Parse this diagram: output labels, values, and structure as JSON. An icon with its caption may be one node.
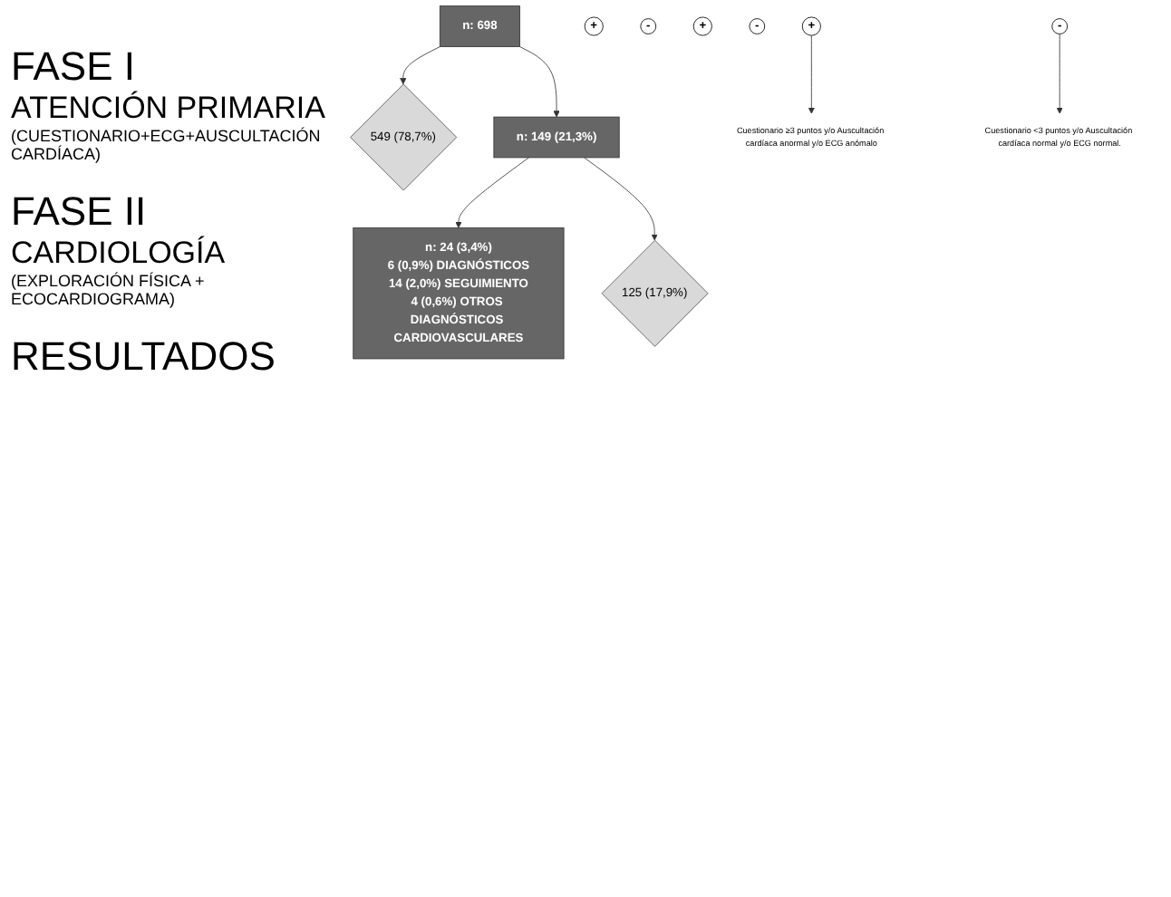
{
  "diagram": {
    "nodes": [
      {
        "text": [
          "n: 698"
        ]
      },
      {
        "text": [
          "+"
        ]
      },
      {
        "text": [
          "-"
        ]
      },
      {
        "text": [
          "549 (78,7%)"
        ]
      },
      {
        "text": [
          "n: 149 (21,3%)"
        ]
      },
      {
        "text": [
          "+"
        ]
      },
      {
        "text": [
          "-"
        ]
      },
      {
        "text": [
          "125 (17,9%)"
        ]
      },
      {
        "text": [
          "n: 24 (3,4%)",
          "6 (0,9%) DIAGNÓSTICOS",
          "14 (2,0%) SEGUIMIENTO",
          "4 (0,6%) OTROS DIAGNÓSTICOS CARDIOVASCULARES"
        ]
      },
      {
        "text": [
          "+"
        ]
      },
      {
        "text": [
          "Cuestionario ≥3 puntos y/o Auscultación cardíaca anormal y/o ECG anómalo"
        ]
      },
      {
        "text": [
          "-"
        ]
      },
      {
        "text": [
          "Cuestionario <3 puntos y/o Auscultación cardíaca normal y/o ECG normal."
        ]
      }
    ],
    "edges": [
      {
        "from": 0,
        "to": 4,
        "arrow": "to"
      },
      {
        "from": 0,
        "to": 3,
        "arrow": "to"
      },
      {
        "from": 4,
        "to": 8,
        "arrow": "to"
      },
      {
        "from": 4,
        "to": 7,
        "arrow": "to"
      },
      {
        "from": 9,
        "to": 10,
        "arrow": "to"
      },
      {
        "from": 11,
        "to": 12,
        "arrow": "to"
      }
    ],
    "labels": [
      "FASE I",
      "ATENCIÓN PRIMARIA",
      "(CUESTIONARIO+ECG+AUSCULTACIÓN CARDÍACA)",
      "FASE II",
      "CARDIOLOGÍA",
      "(EXPLORACIÓN FÍSICA + ECOCARDIOGRAMA)",
      "RESULTADOS"
    ]
  }
}
